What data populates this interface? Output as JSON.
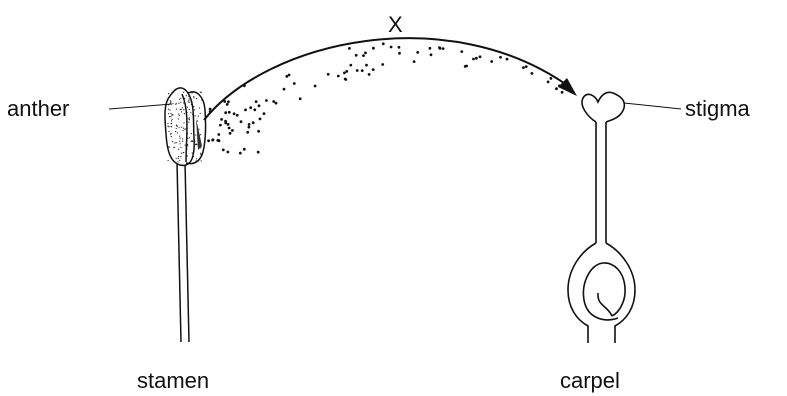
{
  "labels": {
    "anther": "anther",
    "stigma": "stigma",
    "stamen": "stamen",
    "carpel": "carpel",
    "transfer": "X"
  },
  "colors": {
    "ink": "#111111",
    "background": "#ffffff"
  }
}
